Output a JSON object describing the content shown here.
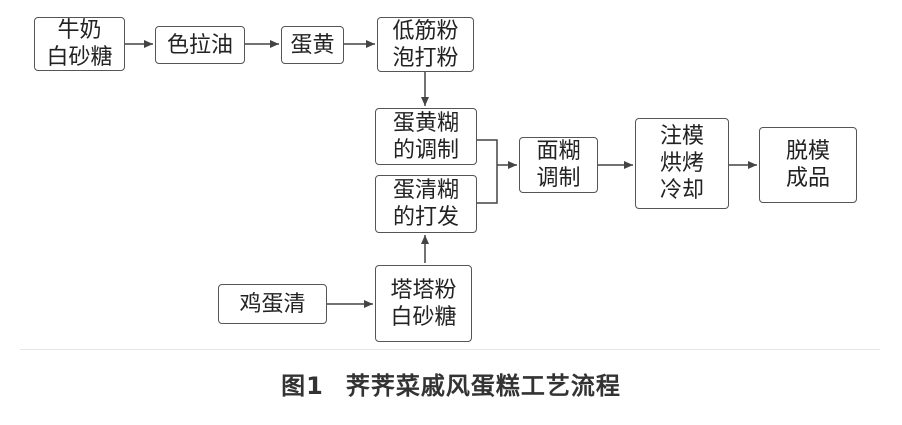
{
  "nodes": {
    "milk_sugar": "牛奶\n白砂糖",
    "salad_oil": "色拉油",
    "yolk": "蛋黄",
    "flour": "低筋粉\n泡打粉",
    "yolk_batter": "蛋黄糊\n的调制",
    "white_batter": "蛋清糊\n的打发",
    "egg_white": "鸡蛋清",
    "tartar_sugar": "塔塔粉\n白砂糖",
    "batter_mix": "面糊\n调制",
    "mold_bake": "注模\n烘烤\n冷却",
    "demold": "脱模\n成品"
  },
  "caption": {
    "number": "图1",
    "title": "荠荠菜戚风蛋糕工艺流程"
  }
}
